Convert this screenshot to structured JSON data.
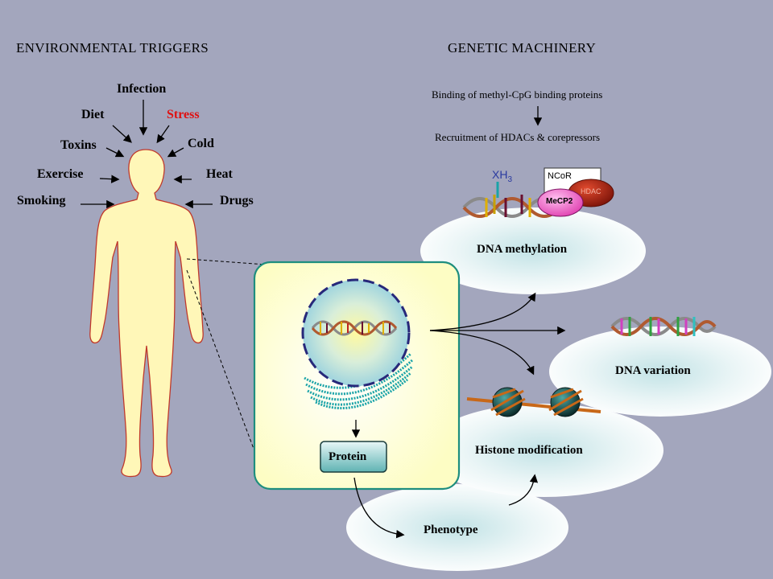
{
  "headers": {
    "left": "ENVIRONMENTAL TRIGGERS",
    "right": "GENETIC MACHINERY"
  },
  "triggers": {
    "infection": "Infection",
    "diet": "Diet",
    "stress": "Stress",
    "toxins": "Toxins",
    "cold": "Cold",
    "exercise": "Exercise",
    "heat": "Heat",
    "smoking": "Smoking",
    "drugs": "Drugs"
  },
  "machinery": {
    "step1": "Binding of methyl-CpG binding proteins",
    "step2": "Recruitment of HDACs & corepressors"
  },
  "complex": {
    "xh3": "XH",
    "xh3_sub": "3",
    "ncor": "NCoR",
    "mecp2": "MeCP2",
    "hdac": "HDAC"
  },
  "nodes": {
    "dna_methylation": "DNA methylation",
    "dna_variation": "DNA variation",
    "histone_modification": "Histone modification",
    "phenotype": "Phenotype",
    "protein": "Protein"
  },
  "colors": {
    "background": "#a3a6bd",
    "stress": "#e01010",
    "cell": "#fdfdc4",
    "cell_border": "#1e8e7e",
    "body_fill": "#fff7b8",
    "body_outline": "#c0392b",
    "nucleus_dash": "#27287a"
  }
}
